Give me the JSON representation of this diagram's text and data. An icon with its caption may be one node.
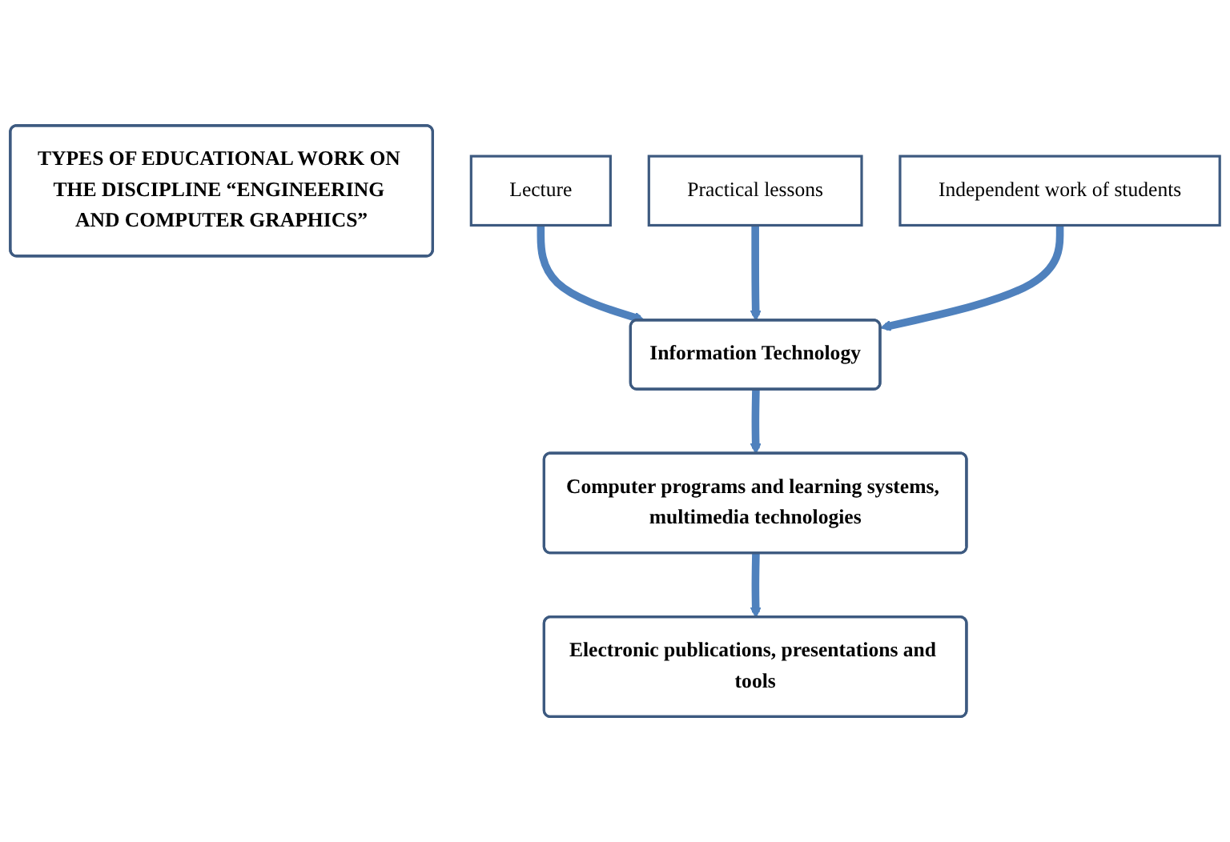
{
  "diagram": {
    "nodes": [
      {
        "text": [
          "TYPES OF EDUCATIONAL WORK ON THE DISCIPLINE “ENGINEERING AND COMPUTER GRAPHICS”"
        ]
      },
      {
        "text": [
          "Lecture"
        ]
      },
      {
        "text": [
          "Practical lessons"
        ]
      },
      {
        "text": [
          "Independent work of students"
        ]
      },
      {
        "text": [
          "Information Technology"
        ]
      },
      {
        "text": [
          "Computer programs and learning systems, multimedia technologies"
        ]
      },
      {
        "text": [
          "Electronic publications, presentations and tools"
        ]
      }
    ],
    "edges": [
      {
        "from": 1,
        "to": 4,
        "arrow": "to"
      },
      {
        "from": 2,
        "to": 4,
        "arrow": "to"
      },
      {
        "from": 3,
        "to": 4,
        "arrow": "to"
      },
      {
        "from": 4,
        "to": 5,
        "arrow": "to"
      },
      {
        "from": 5,
        "to": 6,
        "arrow": "to"
      }
    ]
  }
}
